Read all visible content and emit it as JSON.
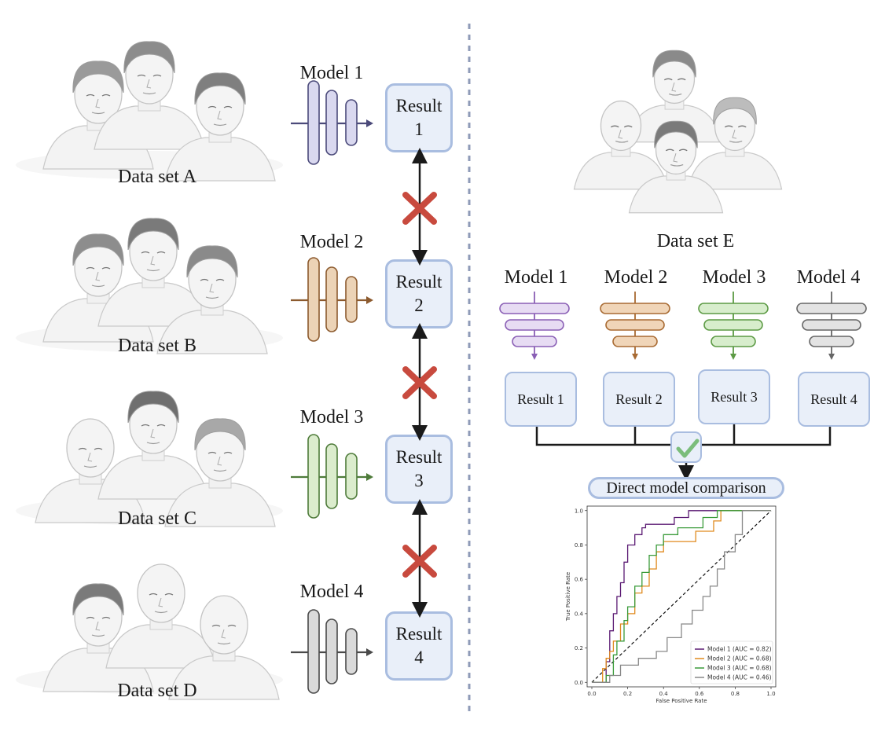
{
  "left": {
    "datasets": [
      {
        "label": "Data set A",
        "model": "Model 1",
        "result_line1": "Result",
        "result_line2": "1",
        "color": "#d9d8ef",
        "stroke": "#4b4a7a"
      },
      {
        "label": "Data set B",
        "model": "Model 2",
        "result_line1": "Result",
        "result_line2": "2",
        "color": "#ecd3b6",
        "stroke": "#8c5a2e"
      },
      {
        "label": "Data set C",
        "model": "Model 3",
        "result_line1": "Result",
        "result_line2": "3",
        "color": "#dbeccd",
        "stroke": "#4e7b3a"
      },
      {
        "label": "Data set D",
        "model": "Model 4",
        "result_line1": "Result",
        "result_line2": "4",
        "color": "#dadada",
        "stroke": "#4a4a4a"
      }
    ]
  },
  "right": {
    "dataset_label": "Data set E",
    "models": [
      {
        "label": "Model 1",
        "result": "Result 1",
        "color": "#e7dcf3",
        "stroke": "#8a5fb5"
      },
      {
        "label": "Model 2",
        "result": "Result 2",
        "color": "#f0d5b8",
        "stroke": "#a86a32"
      },
      {
        "label": "Model 3",
        "result": "Result 3",
        "color": "#d7edcc",
        "stroke": "#5c9a44"
      },
      {
        "label": "Model 4",
        "result": "Result 4",
        "color": "#e3e3e3",
        "stroke": "#666666"
      }
    ],
    "comparison_label": "Direct model comparison",
    "check_color": "#7bbd7b"
  },
  "chart_data": {
    "type": "line",
    "xlabel": "False Positive Rate",
    "ylabel": "True Positive Rate",
    "xlim": [
      0.0,
      1.0
    ],
    "ylim": [
      0.0,
      1.0
    ],
    "xticks": [
      "0.0",
      "0.2",
      "0.4",
      "0.6",
      "0.8",
      "1.0"
    ],
    "yticks": [
      "0.0",
      "0.2",
      "0.4",
      "0.6",
      "0.8",
      "1.0"
    ],
    "legend_position": "bottom-right",
    "series": [
      {
        "name": "Model 1 (AUC = 0.82)",
        "color": "#5b1a73",
        "points": [
          [
            0,
            0
          ],
          [
            0.08,
            0
          ],
          [
            0.08,
            0.12
          ],
          [
            0.1,
            0.12
          ],
          [
            0.1,
            0.3
          ],
          [
            0.12,
            0.3
          ],
          [
            0.12,
            0.4
          ],
          [
            0.14,
            0.4
          ],
          [
            0.14,
            0.5
          ],
          [
            0.16,
            0.5
          ],
          [
            0.16,
            0.58
          ],
          [
            0.18,
            0.58
          ],
          [
            0.18,
            0.7
          ],
          [
            0.2,
            0.7
          ],
          [
            0.2,
            0.8
          ],
          [
            0.24,
            0.8
          ],
          [
            0.24,
            0.86
          ],
          [
            0.28,
            0.86
          ],
          [
            0.28,
            0.9
          ],
          [
            0.3,
            0.9
          ],
          [
            0.3,
            0.92
          ],
          [
            0.46,
            0.92
          ],
          [
            0.46,
            0.96
          ],
          [
            0.54,
            0.96
          ],
          [
            0.54,
            1.0
          ],
          [
            1.0,
            1.0
          ]
        ]
      },
      {
        "name": "Model 2 (AUC = 0.68)",
        "color": "#e08a1e",
        "points": [
          [
            0,
            0
          ],
          [
            0.06,
            0
          ],
          [
            0.06,
            0.08
          ],
          [
            0.08,
            0.08
          ],
          [
            0.08,
            0.14
          ],
          [
            0.1,
            0.14
          ],
          [
            0.1,
            0.18
          ],
          [
            0.12,
            0.18
          ],
          [
            0.12,
            0.24
          ],
          [
            0.16,
            0.24
          ],
          [
            0.16,
            0.34
          ],
          [
            0.2,
            0.34
          ],
          [
            0.2,
            0.4
          ],
          [
            0.24,
            0.4
          ],
          [
            0.24,
            0.52
          ],
          [
            0.28,
            0.52
          ],
          [
            0.28,
            0.56
          ],
          [
            0.32,
            0.56
          ],
          [
            0.32,
            0.66
          ],
          [
            0.36,
            0.66
          ],
          [
            0.36,
            0.76
          ],
          [
            0.4,
            0.76
          ],
          [
            0.4,
            0.82
          ],
          [
            0.58,
            0.82
          ],
          [
            0.58,
            0.88
          ],
          [
            0.68,
            0.88
          ],
          [
            0.68,
            0.94
          ],
          [
            0.72,
            0.94
          ],
          [
            0.72,
            1.0
          ],
          [
            1.0,
            1.0
          ]
        ]
      },
      {
        "name": "Model 3 (AUC = 0.68)",
        "color": "#3a9b3a",
        "points": [
          [
            0,
            0
          ],
          [
            0.08,
            0
          ],
          [
            0.08,
            0.04
          ],
          [
            0.12,
            0.04
          ],
          [
            0.12,
            0.16
          ],
          [
            0.14,
            0.16
          ],
          [
            0.14,
            0.24
          ],
          [
            0.18,
            0.24
          ],
          [
            0.18,
            0.36
          ],
          [
            0.2,
            0.36
          ],
          [
            0.2,
            0.44
          ],
          [
            0.24,
            0.44
          ],
          [
            0.24,
            0.56
          ],
          [
            0.28,
            0.56
          ],
          [
            0.28,
            0.64
          ],
          [
            0.32,
            0.64
          ],
          [
            0.32,
            0.74
          ],
          [
            0.36,
            0.74
          ],
          [
            0.36,
            0.8
          ],
          [
            0.4,
            0.8
          ],
          [
            0.4,
            0.86
          ],
          [
            0.48,
            0.86
          ],
          [
            0.48,
            0.9
          ],
          [
            0.62,
            0.9
          ],
          [
            0.62,
            0.96
          ],
          [
            0.7,
            0.96
          ],
          [
            0.7,
            1.0
          ],
          [
            1.0,
            1.0
          ]
        ]
      },
      {
        "name": "Model 4 (AUC = 0.46)",
        "color": "#888888",
        "points": [
          [
            0,
            0
          ],
          [
            0.1,
            0
          ],
          [
            0.1,
            0.04
          ],
          [
            0.16,
            0.04
          ],
          [
            0.16,
            0.1
          ],
          [
            0.26,
            0.1
          ],
          [
            0.26,
            0.14
          ],
          [
            0.36,
            0.14
          ],
          [
            0.36,
            0.18
          ],
          [
            0.42,
            0.18
          ],
          [
            0.42,
            0.26
          ],
          [
            0.5,
            0.26
          ],
          [
            0.5,
            0.34
          ],
          [
            0.56,
            0.34
          ],
          [
            0.56,
            0.42
          ],
          [
            0.62,
            0.42
          ],
          [
            0.62,
            0.5
          ],
          [
            0.66,
            0.5
          ],
          [
            0.66,
            0.56
          ],
          [
            0.7,
            0.56
          ],
          [
            0.7,
            0.66
          ],
          [
            0.74,
            0.66
          ],
          [
            0.74,
            0.76
          ],
          [
            0.8,
            0.76
          ],
          [
            0.8,
            0.86
          ],
          [
            0.84,
            0.86
          ],
          [
            0.84,
            1.0
          ],
          [
            1.0,
            1.0
          ]
        ]
      }
    ],
    "diagonal": true
  }
}
